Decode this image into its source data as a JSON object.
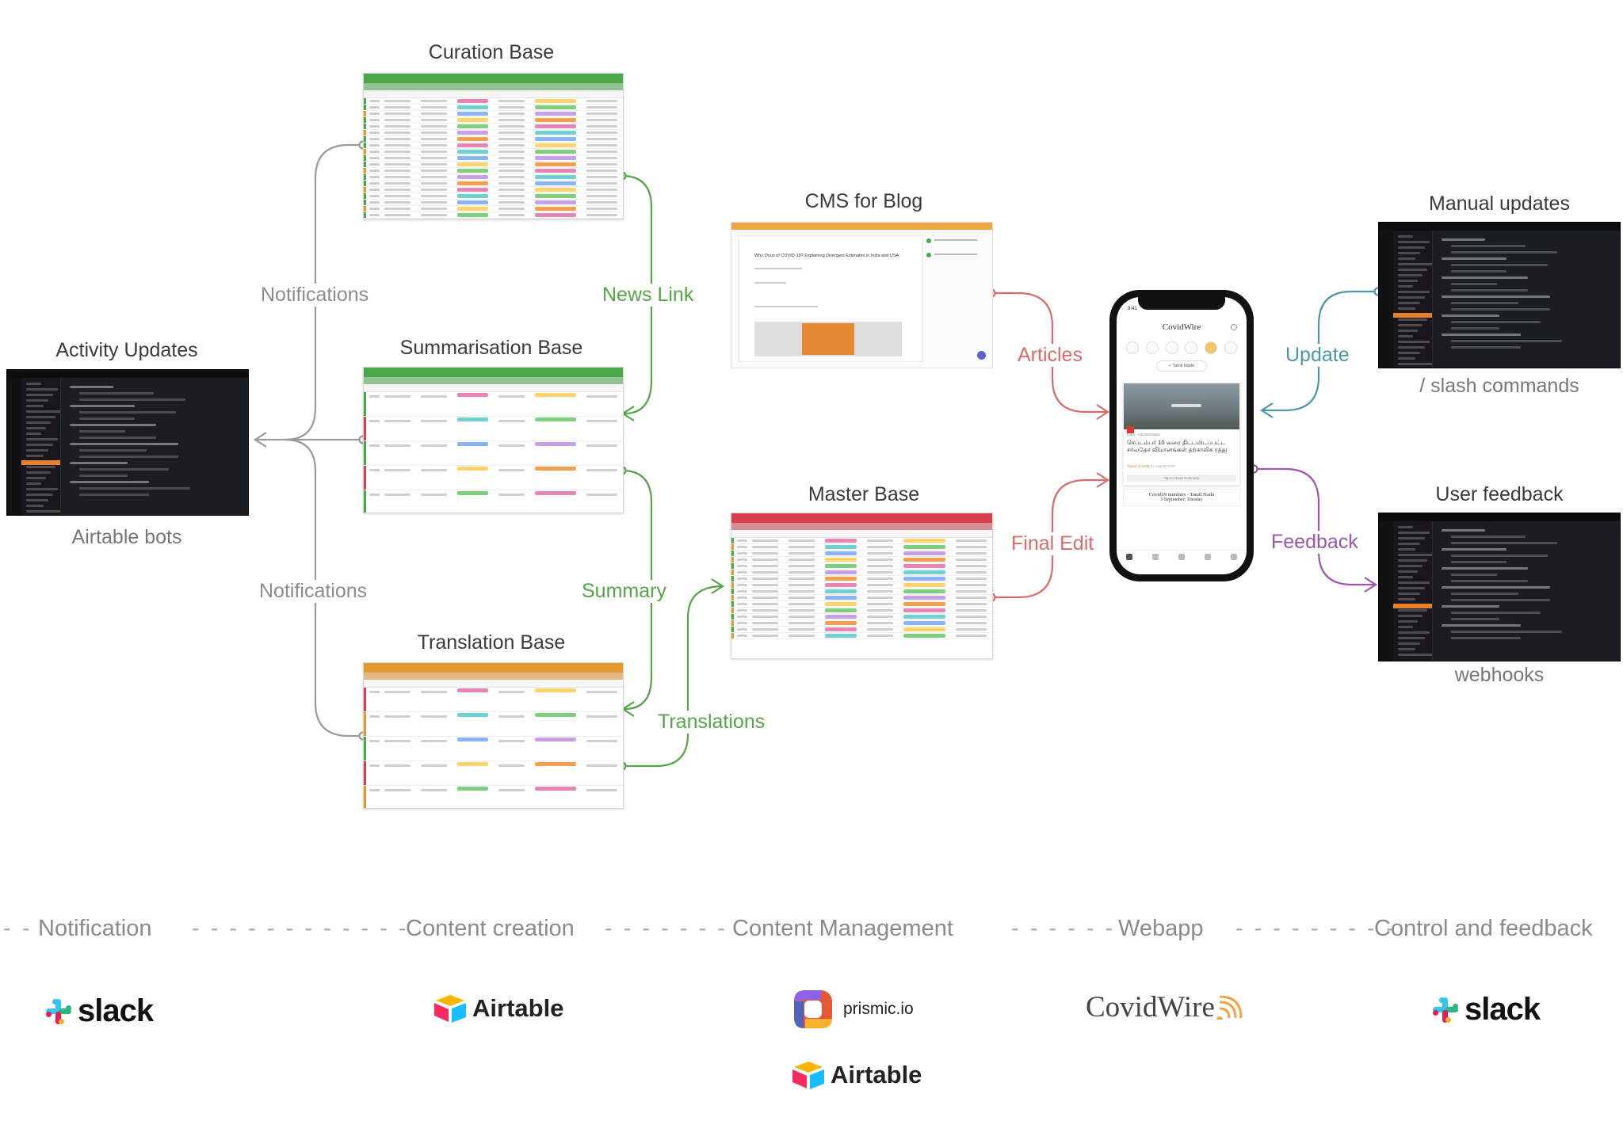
{
  "nodes": {
    "activity_updates": {
      "title": "Activity Updates",
      "subtitle": "Airtable bots"
    },
    "curation_base": {
      "title": "Curation Base"
    },
    "summarisation_base": {
      "title": "Summarisation Base"
    },
    "translation_base": {
      "title": "Translation Base"
    },
    "cms_blog": {
      "title": "CMS for Blog"
    },
    "master_base": {
      "title": "Master Base"
    },
    "manual_updates": {
      "title": "Manual updates",
      "subtitle": "/ slash commands"
    },
    "user_feedback": {
      "title": "User feedback",
      "subtitle": "webhooks"
    }
  },
  "edges": {
    "notifications_top": "Notifications",
    "notifications_bottom": "Notifications",
    "news_link": "News Link",
    "summary": "Summary",
    "translations": "Translations",
    "articles": "Articles",
    "final_edit": "Final Edit",
    "update": "Update",
    "feedback": "Feedback"
  },
  "colors": {
    "curation": "#4aa84a",
    "summarisation": "#4aa84a",
    "translation": "#e39a2d",
    "master": "#d83f4e",
    "cms": "#f0a544",
    "wire_gray": "#9a9a9a",
    "wire_green": "#55a447",
    "wire_red": "#db6a6a",
    "wire_teal": "#4a97a5",
    "wire_purple": "#9b56b0"
  },
  "phone": {
    "app_name": "CovidWire",
    "time": "9:41",
    "location": "Tamil Nadu",
    "tags": "India · Administration",
    "headline": "செப்டம்பர் 10 வரை திட்டமிடப்பட்ட சர்வதேச விமானங்கள் தற்காலிக ரத்து",
    "source": "Times of India",
    "date": "31 August 2020",
    "tap_label": "Tap to Read Summary",
    "next_card": "Covid19 numbers - Tamil Nadu",
    "next_card_sub": "1 September, Tuesday"
  },
  "cms": {
    "article_title": "Why Onus of COVID-19? Explaining Divergent Estimates in India and USA"
  },
  "stages": [
    "Notification",
    "Content creation",
    "Content Management",
    "Webapp",
    "Control and feedback"
  ],
  "logos": {
    "slack_left": "slack",
    "airtable": "Airtable",
    "prismic": "prismic.io",
    "airtable_2": "Airtable",
    "covidwire": "CovidWire",
    "slack_right": "slack"
  }
}
